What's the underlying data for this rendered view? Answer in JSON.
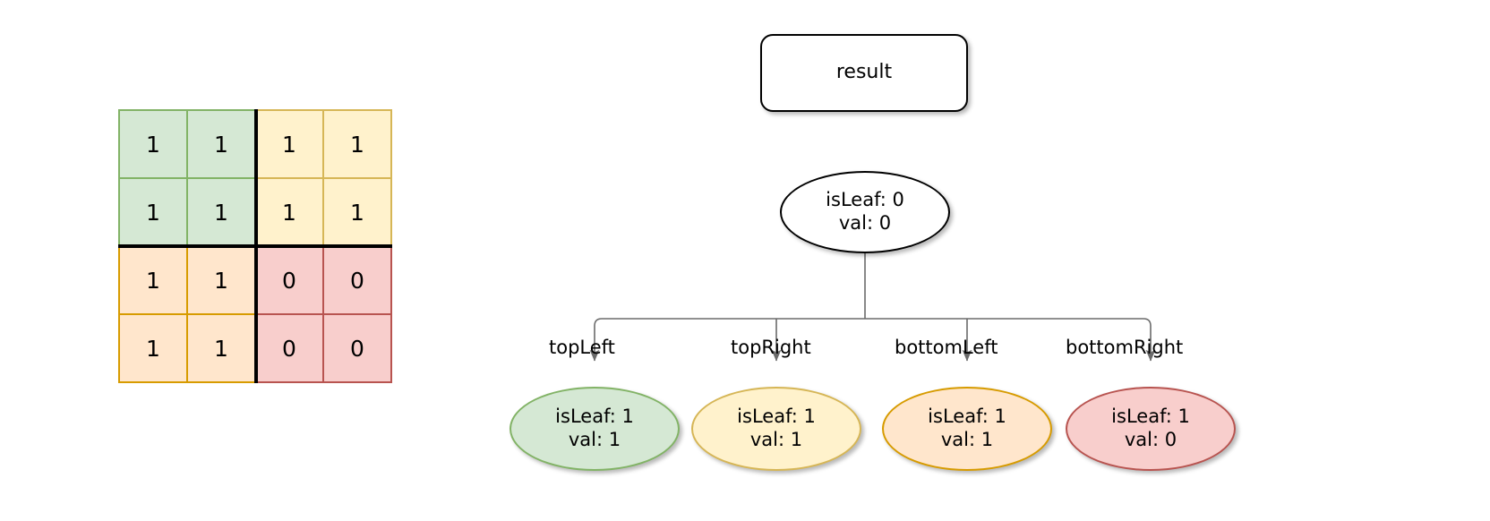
{
  "diagram": {
    "title_box": {
      "label": "result"
    },
    "matrix": {
      "rows": 4,
      "cols": 4,
      "values": [
        [
          "1",
          "1",
          "1",
          "1"
        ],
        [
          "1",
          "1",
          "1",
          "1"
        ],
        [
          "1",
          "1",
          "0",
          "0"
        ],
        [
          "1",
          "1",
          "0",
          "0"
        ]
      ],
      "quadrant_colors": {
        "top_left": "#d5e8d4",
        "top_right": "#fff2cc",
        "bottom_left": "#ffe6cc",
        "bottom_right": "#f8cecc"
      },
      "quadrant_borders": {
        "top_left": "#82b366",
        "top_right": "#d6b656",
        "bottom_left": "#d79b00",
        "bottom_right": "#b85450"
      }
    },
    "root": {
      "line1": "isLeaf: 0",
      "line2": "val: 0",
      "fill": "#ffffff",
      "stroke": "#000000"
    },
    "edges": [
      {
        "label": "topLeft"
      },
      {
        "label": "topRight"
      },
      {
        "label": "bottomLeft"
      },
      {
        "label": "bottomRight"
      }
    ],
    "leaves": [
      {
        "line1": "isLeaf: 1",
        "line2": "val: 1",
        "fill": "#d5e8d4",
        "stroke": "#82b366"
      },
      {
        "line1": "isLeaf: 1",
        "line2": "val: 1",
        "fill": "#fff2cc",
        "stroke": "#d6b656"
      },
      {
        "line1": "isLeaf: 1",
        "line2": "val: 1",
        "fill": "#ffe6cc",
        "stroke": "#d79b00"
      },
      {
        "line1": "isLeaf: 1",
        "line2": "val: 0",
        "fill": "#f8cecc",
        "stroke": "#b85450"
      }
    ]
  }
}
